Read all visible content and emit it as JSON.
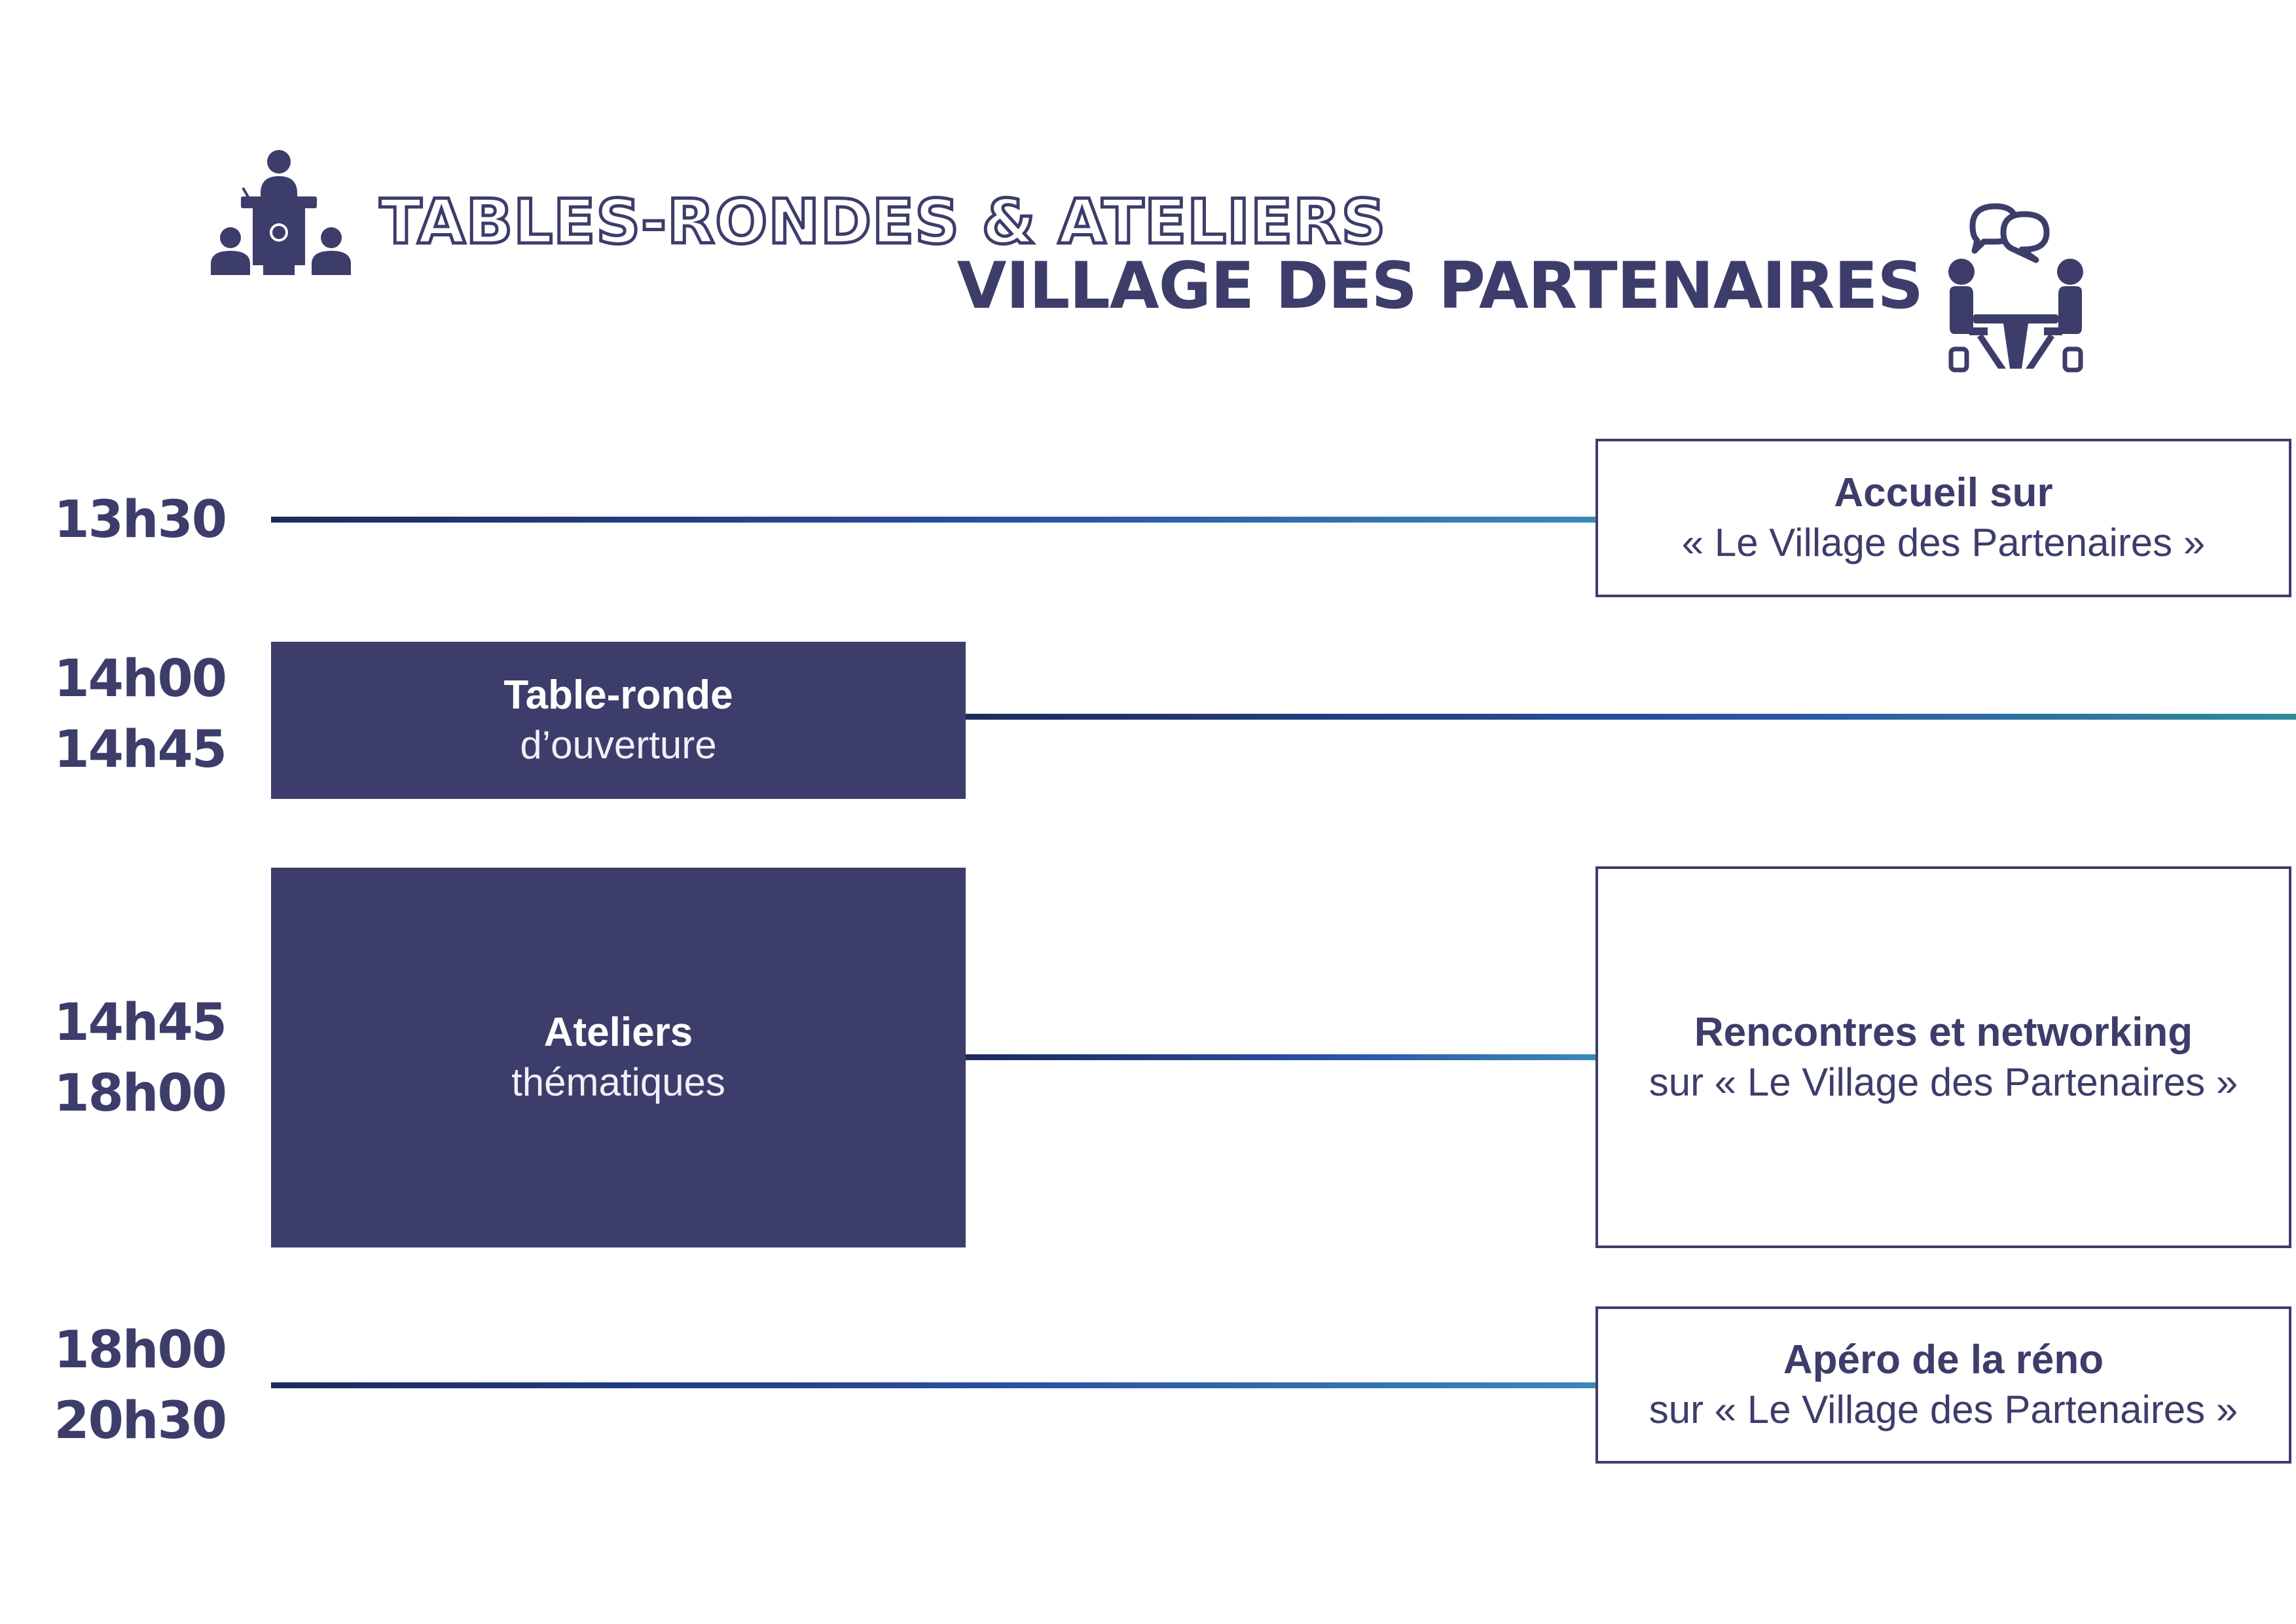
{
  "header": {
    "title_line1": "TABLES-RONDES & ATELIERS",
    "title_line2": "VILLAGE DES PARTENAIRES",
    "left_icon": "speaker-podium-audience-icon",
    "right_icon": "two-people-meeting-chat-icon"
  },
  "schedule": [
    {
      "times": [
        "13h30"
      ]
    },
    {
      "times": [
        "14h00",
        "14h45"
      ]
    },
    {
      "times": [
        "14h45",
        "18h00"
      ]
    },
    {
      "times": [
        "18h00",
        "20h30"
      ]
    }
  ],
  "left_blocks": [
    {
      "title": "Table-ronde",
      "subtitle": "d’ouverture"
    },
    {
      "title": "Ateliers",
      "subtitle": "thématiques"
    }
  ],
  "right_blocks": [
    {
      "title": "Accueil sur",
      "subtitle": "« Le Village des Partenaires »"
    },
    {
      "title": "Rencontres et networking",
      "subtitle": "sur « Le Village des Partenaires »"
    },
    {
      "title": "Apéro de la réno",
      "subtitle": "sur « Le Village des Partenaires »"
    }
  ],
  "colors": {
    "primary": "#3d3d6b",
    "line_start": "#1d2a5e",
    "line_mid": "#2a4fa0",
    "line_end": "#3a8ab8",
    "line_end_teal": "#2f8c9a"
  }
}
